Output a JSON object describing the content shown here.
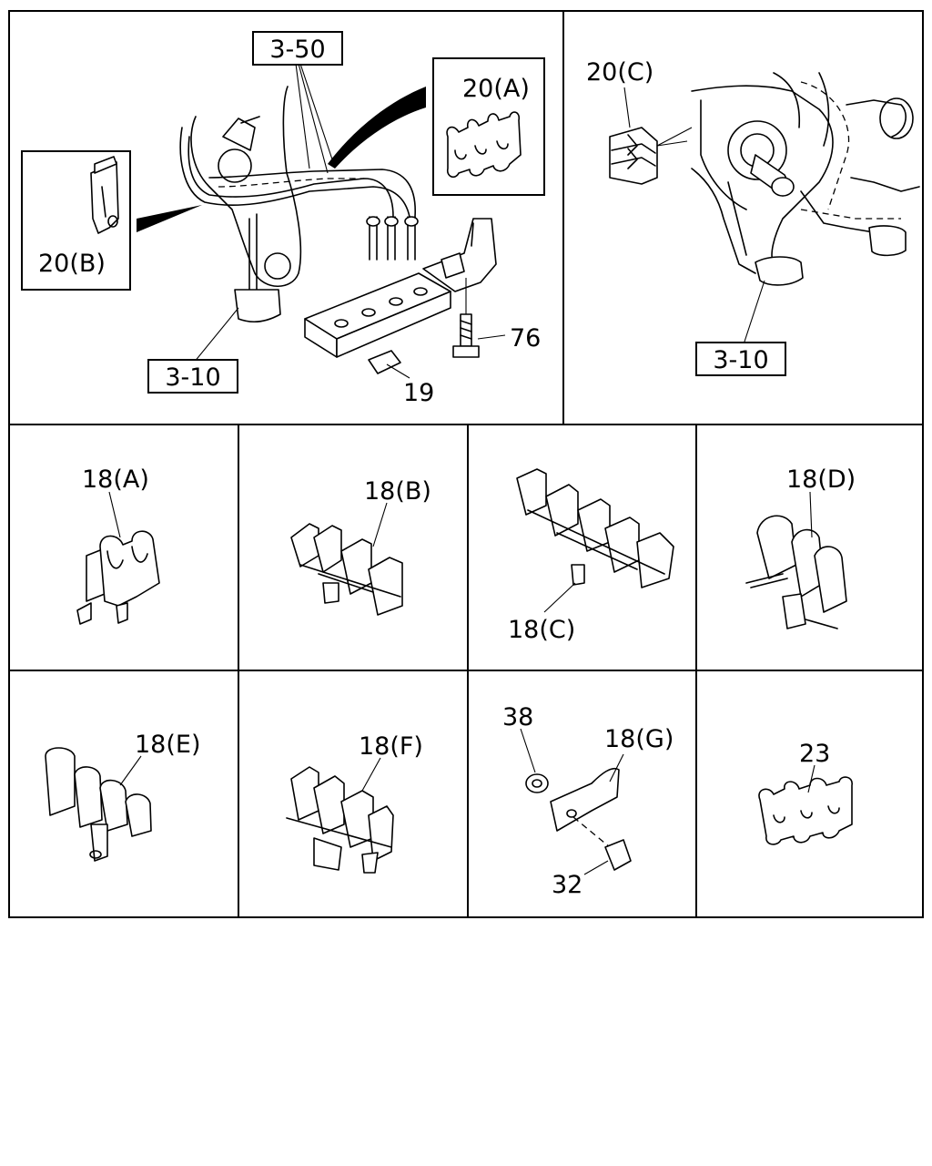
{
  "callouts": {
    "ref_350": "3-50",
    "ref_310_left": "3-10",
    "ref_310_right": "3-10",
    "p20a": "20(A)",
    "p20b": "20(B)",
    "p20c": "20(C)",
    "p76": "76",
    "p19": "19",
    "p18a": "18(A)",
    "p18b": "18(B)",
    "p18c": "18(C)",
    "p18d": "18(D)",
    "p18e": "18(E)",
    "p18f": "18(F)",
    "p18g": "18(G)",
    "p38": "38",
    "p32": "32",
    "p23": "23"
  }
}
